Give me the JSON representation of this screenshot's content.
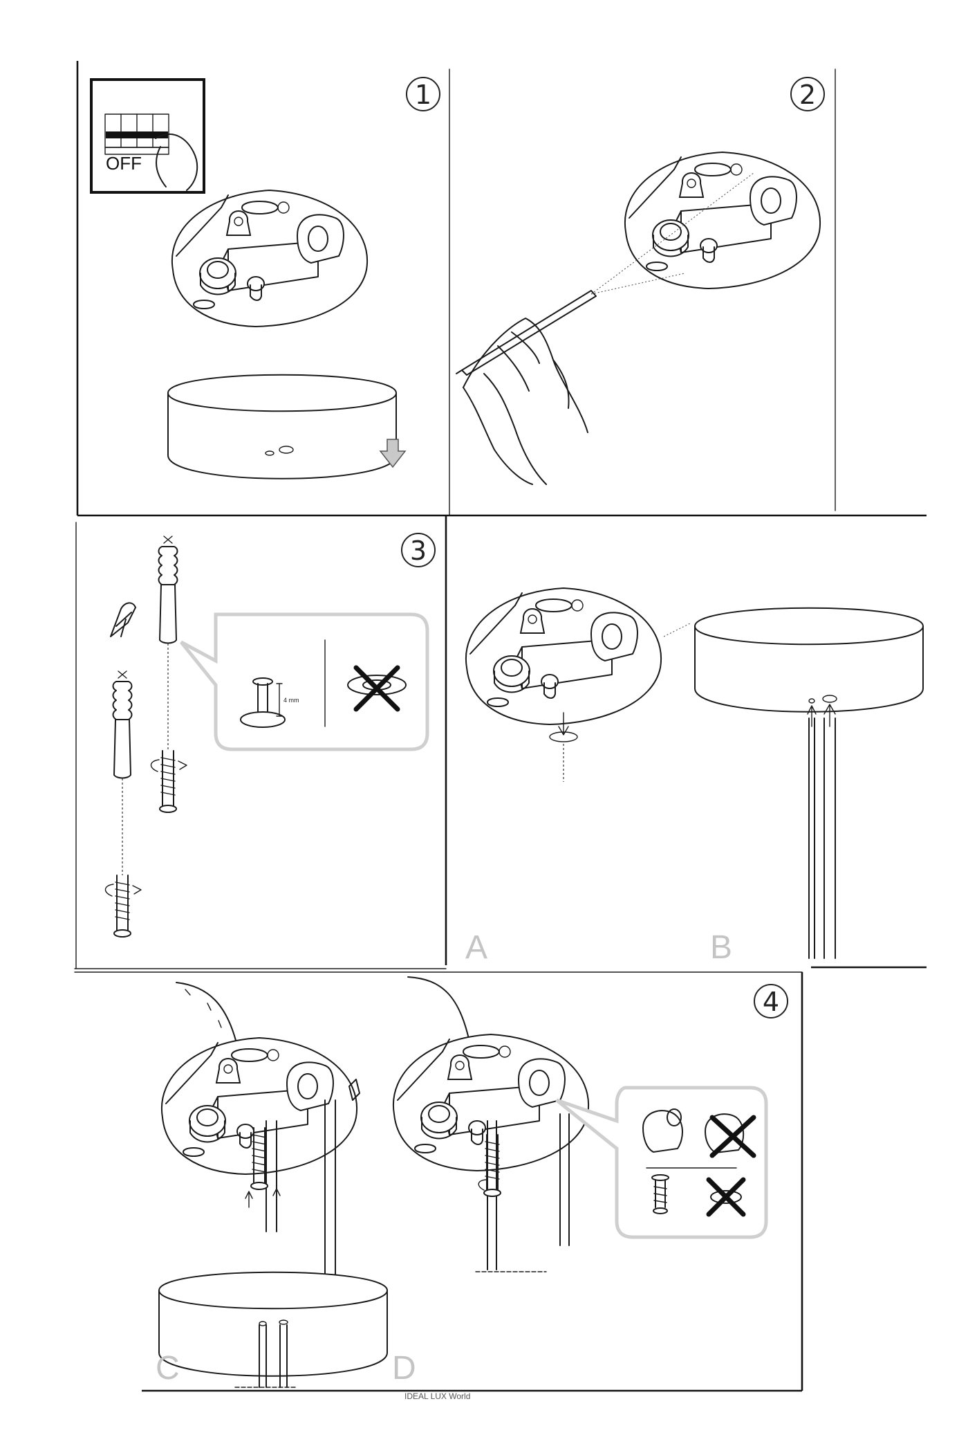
{
  "steps": {
    "s1": "1",
    "s2": "2",
    "s3": "3",
    "s4": "4"
  },
  "switch_label": "OFF",
  "detail_dimension": "4 mm",
  "sub_labels": {
    "a": "A",
    "b": "B",
    "c": "C",
    "d": "D"
  },
  "footer": "IDEAL LUX World"
}
